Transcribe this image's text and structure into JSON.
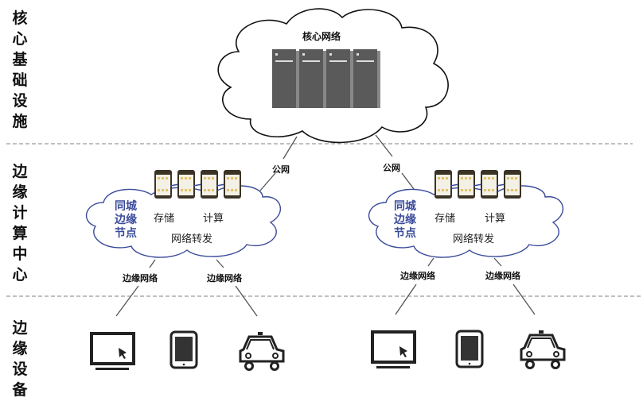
{
  "layers": {
    "core": "核心基础设施",
    "edge_center": "边缘计算中心",
    "edge_devices": "边缘设备"
  },
  "core_network": {
    "title": "核心网络",
    "icon": "server-rack-icon",
    "server_count": 4
  },
  "links": {
    "public_left": "公网",
    "public_right": "公网",
    "edge_net_1": "边缘网络",
    "edge_net_2": "边缘网络",
    "edge_net_3": "边缘网络",
    "edge_net_4": "边缘网络"
  },
  "edge_nodes": [
    {
      "title": "同城边缘节点",
      "storage": "存储",
      "compute": "计算",
      "forwarding": "网络转发",
      "server_count": 4,
      "devices": [
        "monitor-icon",
        "tablet-icon",
        "car-icon"
      ]
    },
    {
      "title": "同城边缘节点",
      "storage": "存储",
      "compute": "计算",
      "forwarding": "网络转发",
      "server_count": 4,
      "devices": [
        "monitor-icon",
        "tablet-icon",
        "car-icon"
      ]
    }
  ],
  "colors": {
    "cloud_core": "#111111",
    "cloud_edge": "#3a4b9a",
    "server_dark": "#555555",
    "divider": "#999999"
  }
}
